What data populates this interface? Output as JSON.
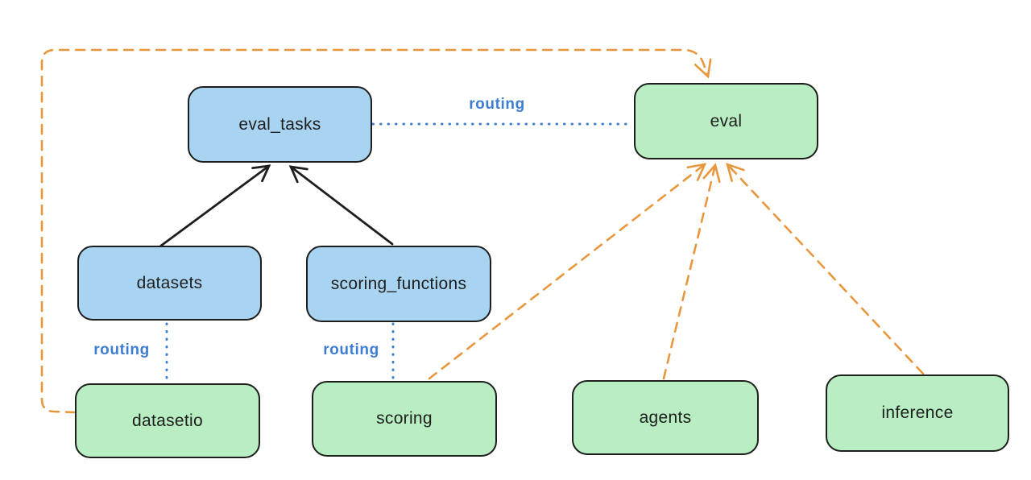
{
  "diagram": {
    "background": "#ffffff",
    "nodes": [
      {
        "id": "eval_tasks",
        "label": "eval_tasks",
        "fill": "#a8d4f2",
        "kind": "blue"
      },
      {
        "id": "eval",
        "label": "eval",
        "fill": "#b8eec1",
        "kind": "green"
      },
      {
        "id": "datasets",
        "label": "datasets",
        "fill": "#a8d4f2",
        "kind": "blue"
      },
      {
        "id": "scoring_functions",
        "label": "scoring_functions",
        "fill": "#a8d4f2",
        "kind": "blue"
      },
      {
        "id": "datasetio",
        "label": "datasetio",
        "fill": "#b8eec1",
        "kind": "green"
      },
      {
        "id": "scoring",
        "label": "scoring",
        "fill": "#b8eec1",
        "kind": "green"
      },
      {
        "id": "agents",
        "label": "agents",
        "fill": "#b8eec1",
        "kind": "green"
      },
      {
        "id": "inference",
        "label": "inference",
        "fill": "#b8eec1",
        "kind": "green"
      }
    ],
    "edges": [
      {
        "from": "datasets",
        "to": "eval_tasks",
        "style": "solid",
        "color": "#1e1e1e",
        "arrowhead": true,
        "label": ""
      },
      {
        "from": "scoring_functions",
        "to": "eval_tasks",
        "style": "solid",
        "color": "#1e1e1e",
        "arrowhead": true,
        "label": ""
      },
      {
        "from": "eval_tasks",
        "to": "eval",
        "style": "dotted",
        "color": "#3d7ed2",
        "arrowhead": false,
        "label": "routing"
      },
      {
        "from": "datasets",
        "to": "datasetio",
        "style": "dotted",
        "color": "#3d7ed2",
        "arrowhead": false,
        "label": "routing"
      },
      {
        "from": "scoring_functions",
        "to": "scoring",
        "style": "dotted",
        "color": "#3d7ed2",
        "arrowhead": false,
        "label": "routing"
      },
      {
        "from": "datasetio",
        "to": "eval",
        "style": "dashed",
        "color": "#e8973c",
        "arrowhead": true,
        "label": ""
      },
      {
        "from": "scoring",
        "to": "eval",
        "style": "dashed",
        "color": "#e8973c",
        "arrowhead": true,
        "label": ""
      },
      {
        "from": "agents",
        "to": "eval",
        "style": "dashed",
        "color": "#e8973c",
        "arrowhead": true,
        "label": ""
      },
      {
        "from": "inference",
        "to": "eval",
        "style": "dashed",
        "color": "#e8973c",
        "arrowhead": true,
        "label": ""
      }
    ],
    "colors": {
      "node_border": "#1e1e1e",
      "blue_fill": "#a8d4f2",
      "green_fill": "#b8eec1",
      "routing_line": "#3d7ed2",
      "provider_arrow": "#e8973c",
      "registry_arrow": "#1e1e1e"
    }
  }
}
